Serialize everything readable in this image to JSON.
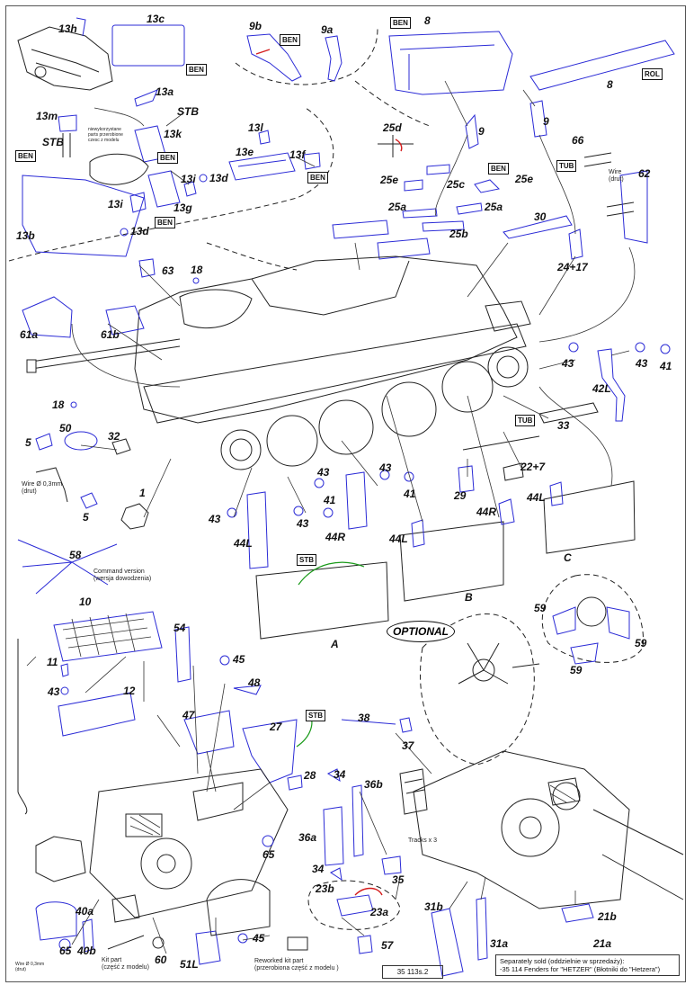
{
  "labels": {
    "13h": "13h",
    "13c": "13c",
    "9b": "9b",
    "9a": "9a",
    "8top": "8",
    "8b": "8",
    "13a": "13a",
    "stb_a": "STB",
    "13m": "13m",
    "stb_b": "STB",
    "13k": "13k",
    "13l": "13l",
    "13e": "13e",
    "13f": "13f",
    "13i_a": "13i",
    "13d_a": "13d",
    "13i_b": "13i",
    "13g": "13g",
    "13d_b": "13d",
    "13b": "13b",
    "9_left": "9",
    "9_right": "9",
    "25d": "25d",
    "66": "66",
    "62": "62",
    "25e_a": "25e",
    "25e_b": "25e",
    "25c": "25c",
    "25a_a": "25a",
    "25a_b": "25a",
    "25b": "25b",
    "30": "30",
    "24_17": "24+17",
    "63": "63",
    "18_a": "18",
    "61a": "61a",
    "61b": "61b",
    "18_b": "18",
    "43_a": "43",
    "43_b": "43",
    "41_a": "41",
    "42L": "42L",
    "50": "50",
    "5_a": "5",
    "32": "32",
    "33": "33",
    "5_b": "5",
    "1": "1",
    "22_7": "22+7",
    "29": "29",
    "43_c": "43",
    "43_d": "43",
    "41_b": "41",
    "43_e": "43",
    "43_f": "43",
    "41_c": "41",
    "44R_a": "44R",
    "44L_a": "44L",
    "44R_b": "44R",
    "44L_b": "44L",
    "44L_c": "44L",
    "58": "58",
    "A": "A",
    "B": "B",
    "C": "C",
    "59_a": "59",
    "59_b": "59",
    "59_c": "59",
    "10": "10",
    "54": "54",
    "45_a": "45",
    "11": "11",
    "43_g": "43",
    "12": "12",
    "48": "48",
    "47": "47",
    "27": "27",
    "38": "38",
    "37": "37",
    "28": "28",
    "34_a": "34",
    "36b": "36b",
    "36a": "36a",
    "34_b": "34",
    "35": "35",
    "65_a": "65",
    "23b": "23b",
    "23a": "23a",
    "40a": "40a",
    "65_b": "65",
    "40b": "40b",
    "60": "60",
    "51L": "51L",
    "45_b": "45",
    "57": "57",
    "31b": "31b",
    "31a": "31a",
    "21b": "21b",
    "21a": "21a"
  },
  "tags": {
    "ben_13c": "BEN",
    "ben_9b": "BEN",
    "ben_8": "BEN",
    "rol": "ROL",
    "ben_13k": "BEN",
    "ben_13f": "BEN",
    "ben_13b": "BEN",
    "ben_13g": "BEN",
    "ben_25e": "BEN",
    "tub_66": "TUB",
    "tub_33": "TUB",
    "stb_a": "STB",
    "stb_27": "STB"
  },
  "notes": {
    "wire_62": "Wire\n(drut)",
    "wire_5": "Wire Ø 0,3mm\n(drut)",
    "command": "Command version\n(wersja dowodzenia)",
    "unused_13": "niewykorzystane\nparts przerobione\nczesc z modelu",
    "tracks": "Tracks x 3",
    "kit_part": "Kit part\n(część z modelu)",
    "wire_65": "Wire Ø 0,3mm\n(drut)",
    "reworked": "Reworked kit part\n(przerobiona część z modelu )"
  },
  "optional": "OPTIONAL",
  "code": "35 113s.2",
  "info_line1": "Separately sold (oddzielnie w sprzedaży):",
  "info_line2": "-35 114 Fenders for \"HETZER\" (Błotniki do \"Hetzera\")",
  "colors": {
    "line": "#222222",
    "part": "#2b2bd6",
    "green": "#1a9a1a",
    "red": "#d41c1c"
  }
}
